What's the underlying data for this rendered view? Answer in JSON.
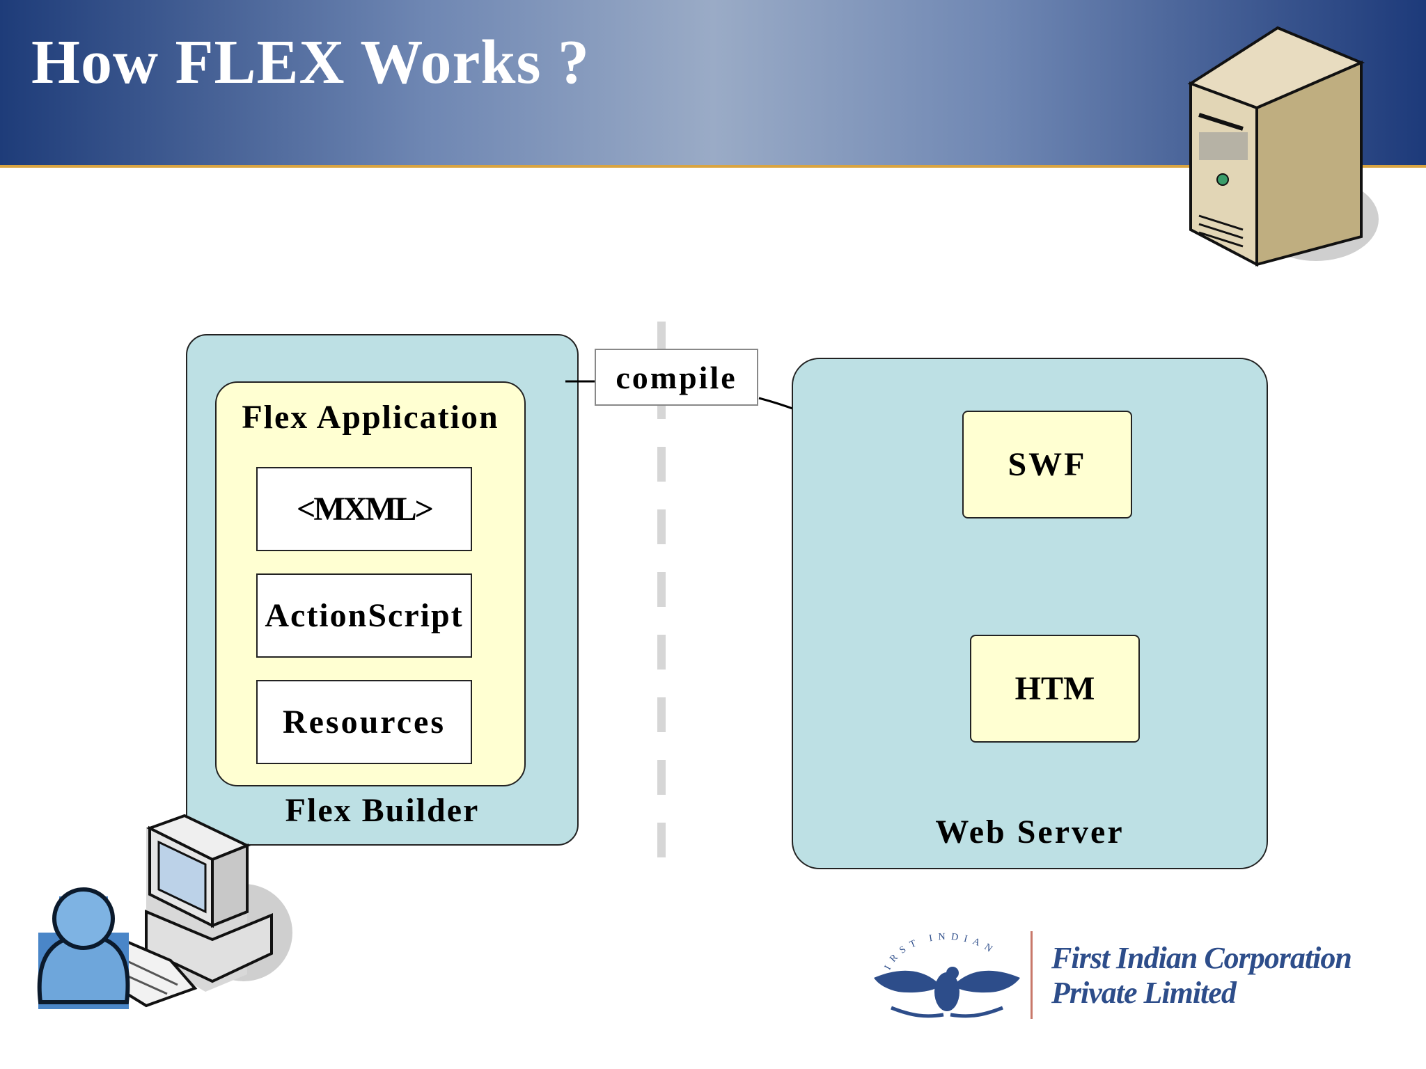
{
  "header": {
    "title": "How FLEX Works ?"
  },
  "flex_builder": {
    "panel_label": "Flex Builder",
    "app_label": "Flex Application",
    "items": [
      "<MXML>",
      "ActionScript",
      "Resources"
    ]
  },
  "connector": {
    "label": "compile"
  },
  "web_server": {
    "panel_label": "Web Server",
    "items": [
      "SWF",
      "HTM"
    ]
  },
  "logo": {
    "arc_text": "FIRST INDIAN",
    "line1": "First Indian Corporation",
    "line2": "Private Limited"
  },
  "colors": {
    "header_start": "#1e3c79",
    "header_mid": "#9aabc6",
    "accent_line": "#d9a441",
    "panel_fill": "#bde0e4",
    "inner_fill": "#ffffd2",
    "logo_blue": "#2d4d8a"
  }
}
